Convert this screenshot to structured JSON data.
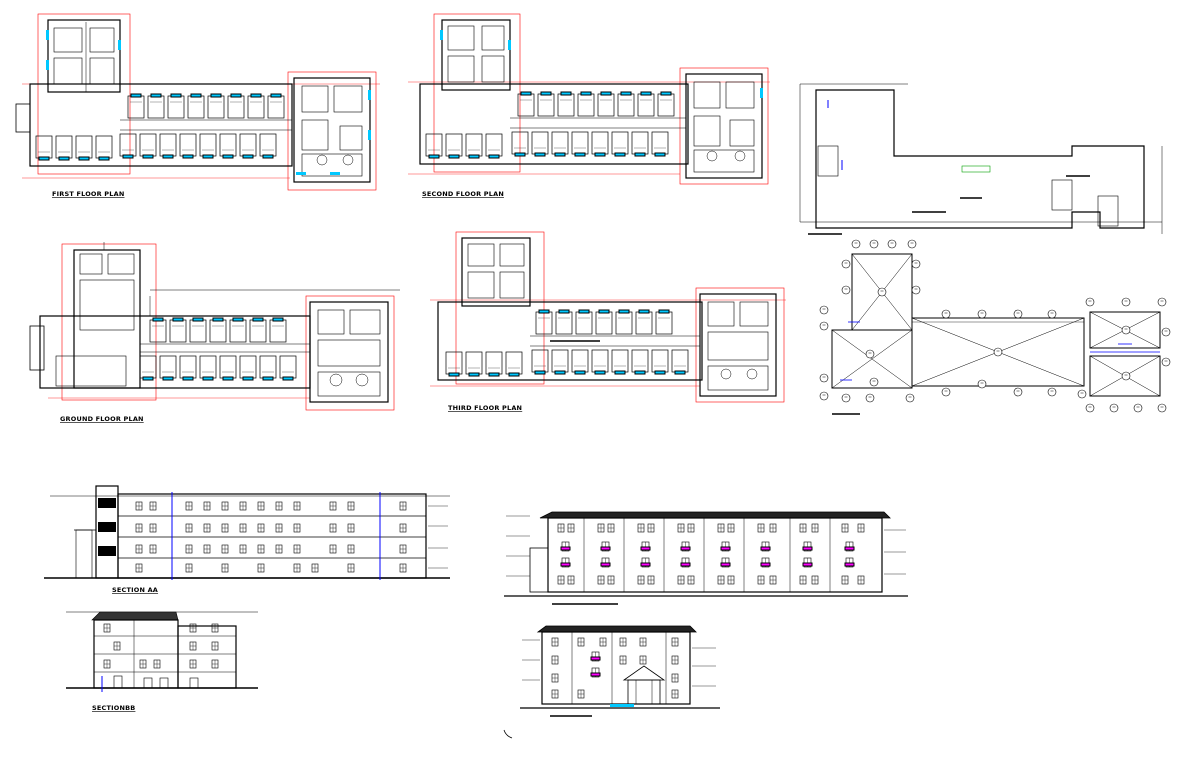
{
  "labels": {
    "first_floor": "FIRST FLOOR PLAN",
    "second_floor": "SECOND FLOOR PLAN",
    "ground_floor": "GROUND FLOOR PLAN",
    "third_floor": "THIRD FLOOR PLAN",
    "section_aa": "SECTION AA",
    "section_bb": "SECTIONBB"
  },
  "colors": {
    "line": "#000000",
    "dimension": "#ff0000",
    "window": "#00c8ff",
    "highlight": "#ff00ff",
    "grid": "#0000ff",
    "door": "#00a000"
  }
}
